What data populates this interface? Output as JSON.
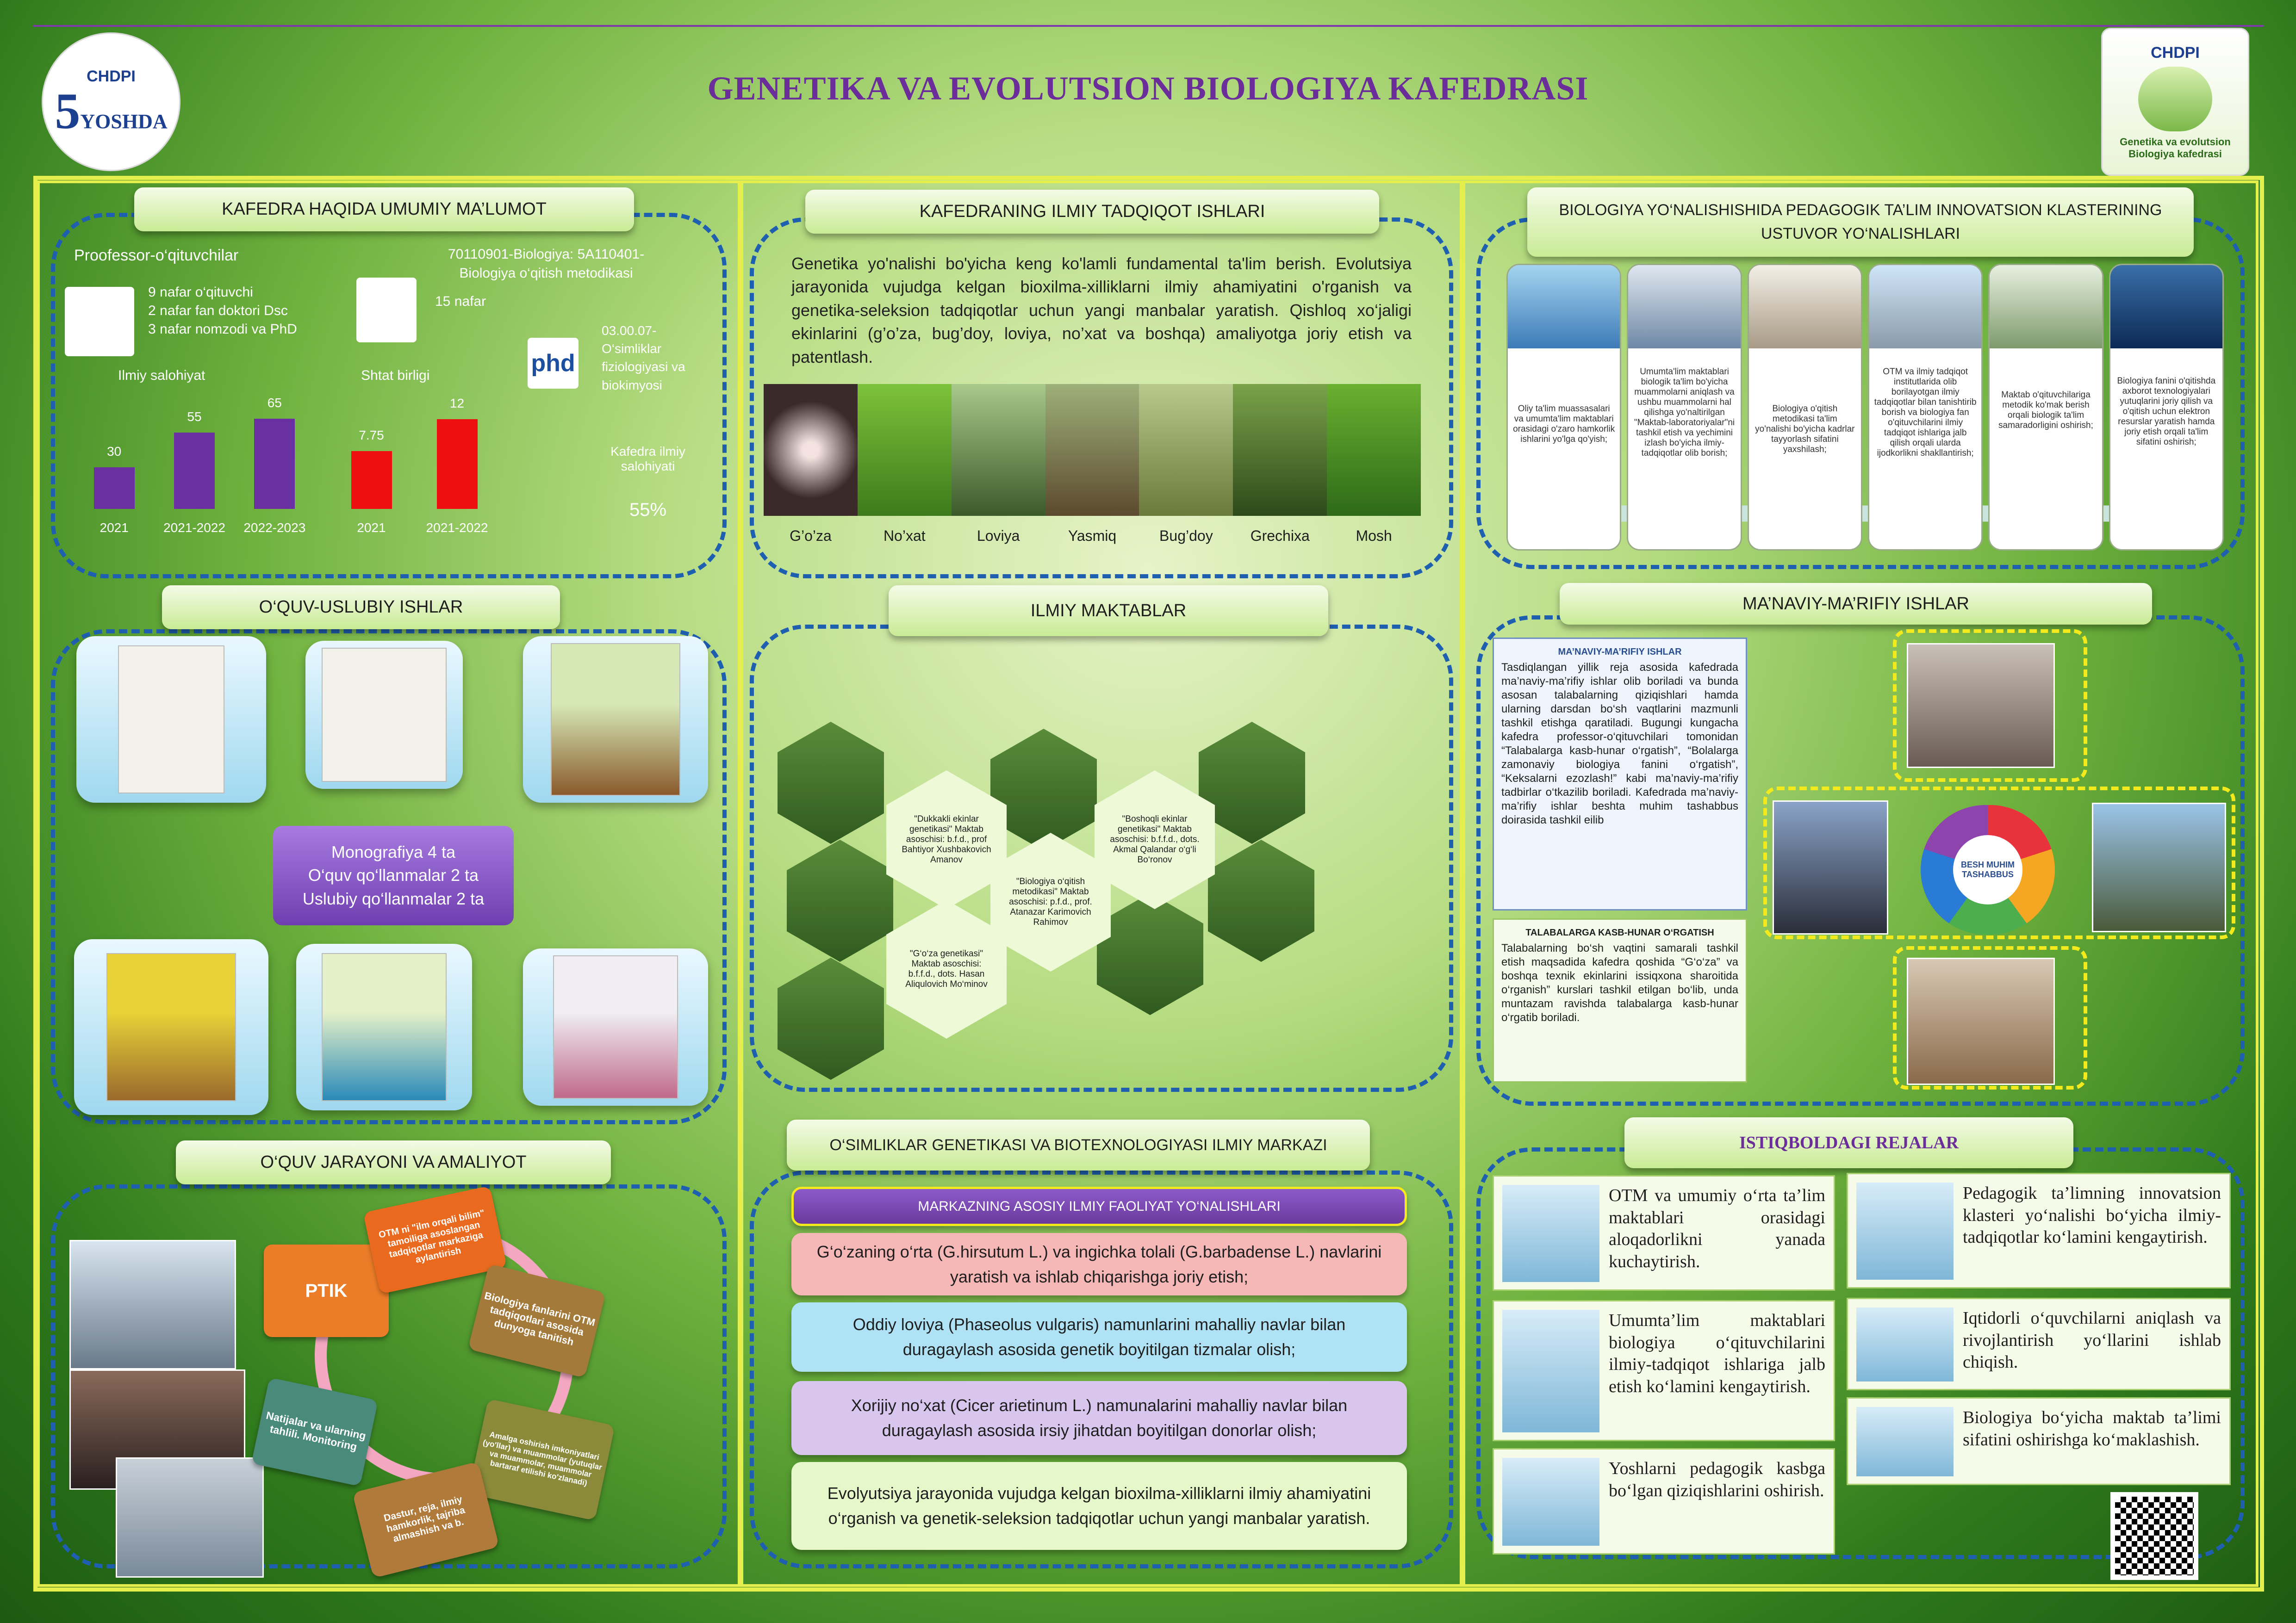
{
  "header": {
    "title": "GENETIKA VA EVOLUTSION BIOLOGIYA KAFEDRASI",
    "logo_left": {
      "brand": "CHDPI",
      "number": "5",
      "text": "YOSHDA"
    },
    "logo_right": {
      "brand": "CHDPI",
      "caption": "Genetika va evolutsion Biologiya kafedrasi"
    }
  },
  "s1": {
    "title": "KAFEDRA HAQIDA UMUMIY MA’LUMOT",
    "prof_label": "Proofessor-o‘qituvchilar",
    "prof_items": [
      "9 nafar o‘qituvchi",
      "2 nafar fan doktori Dsc",
      "3 nafar nomzodi va PhD"
    ],
    "spec": "70110901-Biologiya: 5A110401-Biologiya o‘qitish metodikasi",
    "count": "15 nafar",
    "phd_icon": "phd",
    "phd_text": "03.00.07- O‘simliklar fiziologiyasi va biokimyosi",
    "potential_label": "Kafedra ilmiy salohiyati",
    "potential_value": "55%",
    "left_chart_label": "Ilmiy salohiyat",
    "right_chart_label": "Shtat birligi"
  },
  "chart_data": [
    {
      "type": "bar",
      "title": "Ilmiy salohiyat",
      "categories": [
        "2021",
        "2021-2022",
        "2022-2023"
      ],
      "values": [
        30,
        55,
        65
      ],
      "color": "#6a2fa0"
    },
    {
      "type": "bar",
      "title": "Shtat birligi",
      "categories": [
        "2021",
        "2021-2022"
      ],
      "values": [
        7.75,
        12
      ],
      "color": "#ee1010"
    }
  ],
  "s2": {
    "title": "KAFEDRANING ILMIY TADQIQOT ISHLARI",
    "text": "Genetika yo'nalishi bo'yicha keng ko'lamli fundamental ta'lim berish. Evolutsiya jarayonida vujudga kelgan bioxilma-xilliklarni ilmiy ahamiyatini o'rganish va genetika-seleksion tadqiqotlar uchun yangi manbalar yaratish. Qishloq xo‘jaligi ekinlarini (g’o’za, bug’doy, loviya, no’xat va boshqa) amaliyotga joriy etish va patentlash.",
    "crops": [
      "G’o’za",
      "No’xat",
      "Loviya",
      "Yasmiq",
      "Bug’doy",
      "Grechixa",
      "Mosh"
    ]
  },
  "s3": {
    "title": "BIOLOGIYA YO‘NALISHISHIDA PEDAGOGIK TA’LIM INNOVATSION KLASTERINING USTUVOR YO‘NALISHLARI",
    "cards": [
      "Oliy ta'lim muassasalari va umumta'lim maktablari orasidagi o'zaro hamkorlik ishlarini yo'lga qo'yish;",
      "Umumta'lim maktablari biologik ta'lim bo'yicha muammolarni aniqlash va ushbu muammolarni hal qilishga yo'naltirilgan \"Maktab-laboratoriyalar\"ni tashkil etish va yechimini izlash bo'yicha ilmiy-tadqiqotlar olib borish;",
      "Biologiya o'qitish metodikasi ta'lim yo'nalishi bo'yicha kadrlar tayyorlash sifatini yaxshilash;",
      "OTM va ilmiy tadqiqot institutlarida olib borilayotgan ilmiy tadqiqotlar bilan tanishtirib borish va biologiya fan o'qituvchilarini ilmiy tadqiqot ishlariga jalb qilish orqali ularda ijodkorlikni shakllantirish;",
      "Maktab o'qituvchilariga metodik ko'mak berish orqali biologik ta'lim samaradorligini oshirish;",
      "Biologiya fanini o'qitishda axborot texnologiyalari yutuqlarini joriy qilish va o'qitish uchun elektron resurslar yaratish hamda joriy etish orqali ta'lim sifatini oshirish;"
    ]
  },
  "s4": {
    "title": "O‘QUV-USLUBIY ISHLAR",
    "summary": [
      "Monografiya 4 ta",
      "O‘quv qo‘llanmalar 2 ta",
      "Uslubiy qo‘llanmalar 2 ta"
    ]
  },
  "s5": {
    "title": "ILMIY MAKTABLAR",
    "schools": [
      "\"Dukkakli ekinlar genetikasi\" Maktab asoschisi: b.f.d., prof Bahtiyor Xushbakovich Amanov",
      "\"Biologiya o‘qitish metodikasi\" Maktab asoschisi: p.f.d., prof. Atanazar Karimovich Rahimov",
      "\"Boshoqli ekinlar genetikasi\" Maktab asoschisi: b.f.f.d., dots. Akmal Qalandar o‘g‘li Bo‘ronov",
      "\"G‘o‘za genetikasi\" Maktab asoschisi: b.f.f.d., dots. Hasan Aliqulovich Mo‘minov"
    ]
  },
  "s6": {
    "title": "MA’NAVIY-MA’RIFIY ISHLAR",
    "box1_title": "MA’NAVIY-MA’RIFIY ISHLAR",
    "box1_text": "Tasdiqlangan yillik reja asosida kafedrada ma’naviy-ma’rifiy ishlar olib boriladi va bunda asosan talabalarning qiziqishlari hamda ularning darsdan bo‘sh vaqtlarini mazmunli tashkil etishga qaratiladi. Bugungi kungacha kafedra professor-o‘qituvchilari tomonidan “Talabalarga kasb-hunar o‘rgatish”, “Bolalarga zamonaviy biologiya fanini o‘rgatish”, “Keksalarni ezozlash!” kabi ma’naviy-ma’rifiy tadbirlar o‘tkazilib boriladi. Kafedrada ma’naviy-ma’rifiy ishlar beshta muhim tashabbus doirasida tashkil eilib",
    "box2_title": "TALABALARGA KASB-HUNAR O‘RGATISH",
    "box2_text": "Talabalarning bo‘sh vaqtini samarali tashkil etish maqsadida kafedra qoshida “G‘o‘za” va boshqa texnik ekinlarini issiqxona sharoitida o‘rganish” kurslari tashkil etilgan bo‘lib, unda muntazam ravishda talabalarga kasb-hunar o‘rgatib boriladi.",
    "badge": "BESH MUHIM TASHABBUS"
  },
  "s7": {
    "title": "O‘QUV JARAYONI VA AMALIYOT",
    "center": "PTIK",
    "steps": [
      "OTM ni \"ilm orqali bilim\" tamoiliga asoslangan tadqiqotlar markaziga aylantirish",
      "Biologiya fanlarini OTM tadqiqotlari asosida dunyoga tanitish",
      "Amalga oshirish imkoniyatlari (yo'llar) va muammolar (yutuqlar va muammolar, muammolar bartaraf etilishi ko'zlanadi)",
      "Dastur, reja, ilmiy hamkorlik, tajriba almashish va b.",
      "Natijalar va ularning tahlili. Monitoring"
    ]
  },
  "s8": {
    "title": "O‘SIMLIKLAR GENETIKASI VA BIOTEXNOLOGIYASI ILMIY MARKAZI",
    "subtitle": "MARKAZNING ASOSIY ILMIY FAOLIYAT YO‘NALISHLARI",
    "items": [
      "G‘o‘zaning o‘rta (G.hirsutum L.) va ingichka tolali (G.barbadense L.) navlarini yaratish va ishlab chiqarishga joriy etish;",
      "Oddiy loviya (Phaseolus vulgaris) namunlarini mahalliy navlar bilan duragaylash asosida genetik boyitilgan tizmalar olish;",
      "Xorijiy no‘xat (Cicer arietinum L.) namunalarini mahalliy navlar bilan duragaylash asosida irsiy jihatdan boyitilgan donorlar olish;",
      "Evolyutsiya jarayonida vujudga kelgan bioxilma-xilliklarni ilmiy ahamiyatini o‘rganish va genetik-seleksion tadqiqotlar uchun yangi manbalar yaratish."
    ],
    "colors": [
      "#f6b7b7",
      "#aee2f4",
      "#d9c6ef",
      "#e6f8c9"
    ]
  },
  "s9": {
    "title": "ISTIQBOLDAGI REJALAR",
    "plans": [
      "OTM va umumiy o‘rta ta’lim maktablari orasidagi aloqadorlikni yanada kuchaytirish.",
      "Pedagogik ta’limning innovatsion klasteri yo‘nalishi bo‘yicha ilmiy-tadqiqotlar ko‘lamini kengaytirish.",
      "Umumta’lim maktablari biologiya o‘qituvchilarini ilmiy-tadqiqot ishlariga jalb etish ko‘lamini kengaytirish.",
      "Iqtidorli o‘quvchilarni aniqlash va rivojlantirish yo‘llarini ishlab chiqish.",
      "Yoshlarni pedagogik kasbga bo‘lgan qiziqishlarini oshirish.",
      "Biologiya bo‘yicha maktab ta’limi sifatini oshirishga ko‘maklashish."
    ]
  }
}
